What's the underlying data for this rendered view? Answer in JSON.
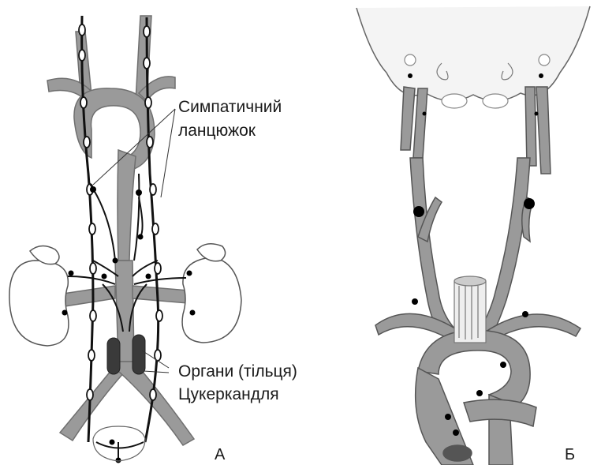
{
  "panel_a": {
    "letter": "А",
    "sympathetic_chain_label_line1": "Симпатичний",
    "sympathetic_chain_label_line2": "ланцюжок",
    "organs_label_line1": "Органи (тільця)",
    "organs_label_line2": "Цукеркандля"
  },
  "panel_b": {
    "letter": "Б"
  },
  "colors": {
    "vessel_fill": "#9a9a9a",
    "vessel_stroke": "#555555",
    "nerve": "#111111",
    "node": "#000000",
    "organ": "#3a3a3a"
  }
}
